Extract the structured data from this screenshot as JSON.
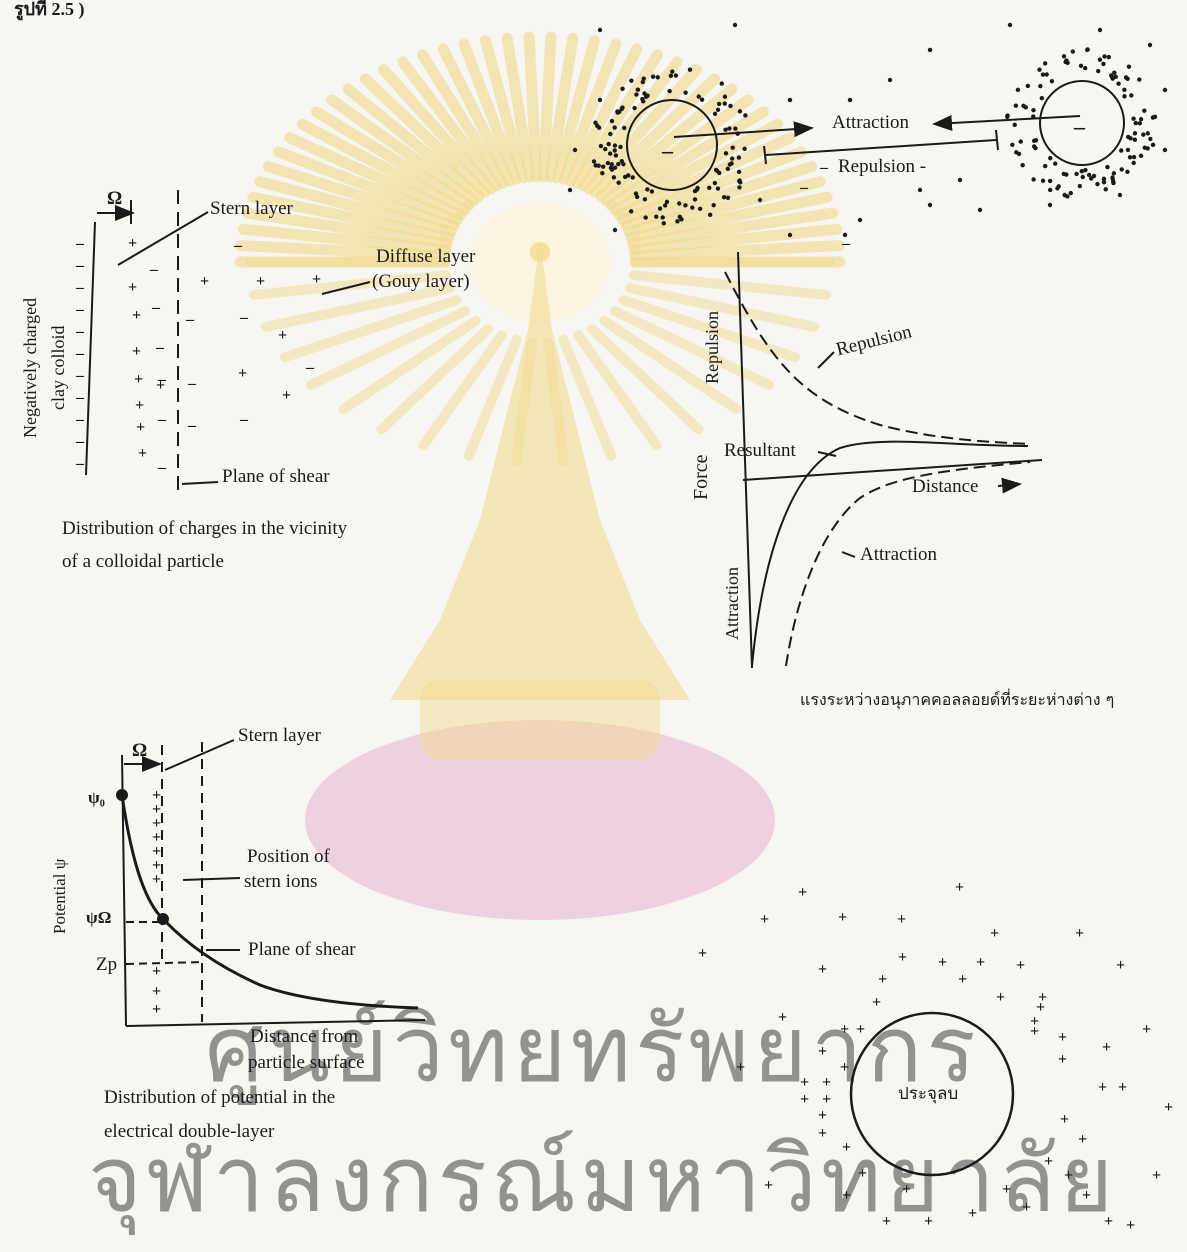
{
  "colors": {
    "ink": "#1a1a1a",
    "watermark_text": "#d9a2c7",
    "emblem_gold": "#f2d98a",
    "emblem_pink": "#e8b3cf",
    "paper": "#f7f6f2"
  },
  "header": {
    "corner_text": "รูปที่ 2.5 )"
  },
  "fig_charges": {
    "rotated_label_1": "Negatively charged",
    "rotated_label_2": "clay colloid",
    "omega": "Ω",
    "stern_layer": "Stern layer",
    "diffuse_layer": "Diffuse layer",
    "gouy_layer": "(Gouy layer)",
    "plane_of_shear": "Plane of shear",
    "caption_line1": "Distribution of charges in the vicinity",
    "caption_line2": "of a colloidal particle"
  },
  "fig_particles": {
    "attraction": "Attraction",
    "repulsion": "Repulsion -"
  },
  "fig_force": {
    "repulsion_axis": "Repulsion",
    "force_axis": "Force",
    "attraction_axis": "Attraction",
    "repulsion_curve": "Repulsion",
    "resultant_curve": "Resultant",
    "distance_axis": "Distance",
    "attraction_curve": "Attraction",
    "caption_thai": "แรงระหว่างอนุภาคคอลลอยด์ที่ระยะห่างต่าง ๆ"
  },
  "fig_potential": {
    "omega": "Ω",
    "stern_layer": "Stern layer",
    "psi0": "ψ₀",
    "psi_omega": "ψΩ",
    "zp": "Zp",
    "y_axis": "Potential ψ",
    "position_line1": "Position of",
    "position_line2": "stern ions",
    "plane_of_shear": "Plane of shear",
    "x_axis_line1": "Distance from",
    "x_axis_line2": "particle surface",
    "caption_line1": "Distribution of potential in the",
    "caption_line2": "electrical double-layer"
  },
  "fig_negative_particle": {
    "center_label": "ประจุลบ"
  },
  "watermark": {
    "line1": "ศูนย์วิทยทรัพยากร",
    "line2": "จุฬาลงกรณ์มหาวิทยาลัย"
  }
}
